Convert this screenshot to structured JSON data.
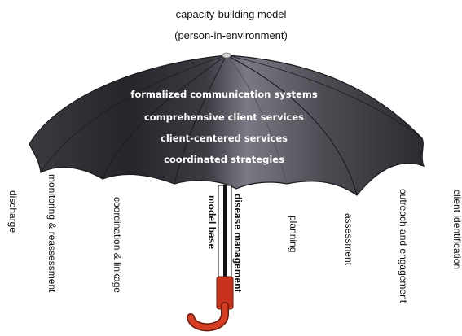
{
  "header": {
    "title": "capacity-building model",
    "subtitle": "(person-in-environment)"
  },
  "canopy_items": [
    "formalized communication systems",
    "comprehensive client services",
    "client-centered services",
    "coordinated strategies"
  ],
  "rib_labels": {
    "discharge": "discharge",
    "monitoring": "monitoring & reassessment",
    "coordination": "coordination & linkage",
    "model_base": "model base",
    "disease_management": "disease management",
    "planning": "planning",
    "assessment": "assessment",
    "outreach": "outreach and engagement",
    "client_identification": "client identification"
  },
  "colors": {
    "canopy_dark": "#2c2c31",
    "canopy_light": "#6f6f78",
    "handle": "#c8321c"
  }
}
